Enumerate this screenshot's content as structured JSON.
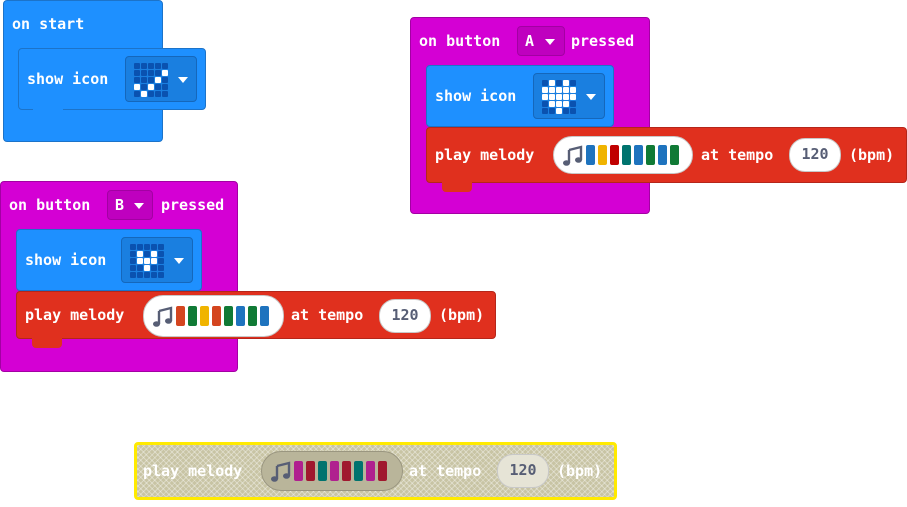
{
  "on_start": {
    "label": "on start",
    "show_icon": {
      "label": "show icon",
      "icon": "checkmark-icon",
      "icon_pixels": [
        0,
        0,
        0,
        0,
        0,
        0,
        0,
        0,
        0,
        1,
        0,
        0,
        0,
        1,
        0,
        1,
        0,
        1,
        0,
        0,
        0,
        1,
        0,
        0,
        0
      ]
    }
  },
  "button_a": {
    "label_on": "on button",
    "button": "A",
    "label_pressed": "pressed",
    "show_icon": {
      "label": "show icon",
      "icon": "heart-icon",
      "icon_pixels": [
        0,
        1,
        0,
        1,
        0,
        1,
        1,
        1,
        1,
        1,
        1,
        1,
        1,
        1,
        1,
        0,
        1,
        1,
        1,
        0,
        0,
        0,
        1,
        0,
        0
      ]
    },
    "melody": {
      "label": "play melody",
      "notes": [
        "#1e73be",
        "#f0b400",
        "#c00000",
        "#00736e",
        "#1e73be",
        "#107a35",
        "#1e73be",
        "#107a35"
      ],
      "tempo_label": "at tempo",
      "tempo": "120",
      "unit": "(bpm)"
    }
  },
  "button_b": {
    "label_on": "on button",
    "button": "B",
    "label_pressed": "pressed",
    "show_icon": {
      "label": "show icon",
      "icon": "small-heart-icon",
      "icon_pixels": [
        0,
        0,
        0,
        0,
        0,
        0,
        1,
        0,
        1,
        0,
        0,
        1,
        1,
        1,
        0,
        0,
        0,
        1,
        0,
        0,
        0,
        0,
        0,
        0,
        0
      ]
    },
    "melody": {
      "label": "play melody",
      "notes": [
        "#d4451f",
        "#107a35",
        "#f0b400",
        "#d4451f",
        "#107a35",
        "#1e73be",
        "#107a35",
        "#1e73be"
      ],
      "tempo_label": "at tempo",
      "tempo": "120",
      "unit": "(bpm)"
    }
  },
  "ghost": {
    "melody": {
      "label": "play melody",
      "notes": [
        "#b0208f",
        "#a0182e",
        "#00736e",
        "#b0208f",
        "#a0182e",
        "#00736e",
        "#b0208f",
        "#a0182e"
      ],
      "tempo_label": "at tempo",
      "tempo": "120",
      "unit": "(bpm)"
    }
  },
  "colors": {
    "event": "#d400d4",
    "basic": "#1e90ff",
    "music": "#e0301e",
    "highlight": "#ffea00"
  }
}
